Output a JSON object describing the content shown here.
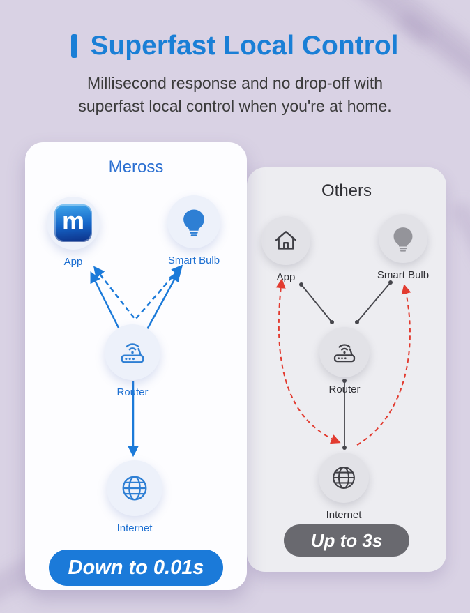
{
  "header": {
    "title": "Superfast Local Control",
    "subtitle_line1": "Millisecond response and no drop-off with",
    "subtitle_line2": "superfast local control when you're at home."
  },
  "meross": {
    "title": "Meross",
    "logo_letter": "m",
    "labels": {
      "app": "App",
      "smart_bulb": "Smart Bulb",
      "router": "Router",
      "internet": "Internet"
    },
    "badge": "Down to 0.01s"
  },
  "others": {
    "title": "Others",
    "labels": {
      "app": "App",
      "smart_bulb": "Smart Bulb",
      "router": "Router",
      "internet": "Internet"
    },
    "badge": "Up to 3s"
  },
  "colors": {
    "background": "#d9d2e4",
    "accent_blue": "#1b7ad9",
    "dark_text": "#3b3b3b",
    "others_gray": "#69696f",
    "path_red": "#e23b30"
  }
}
